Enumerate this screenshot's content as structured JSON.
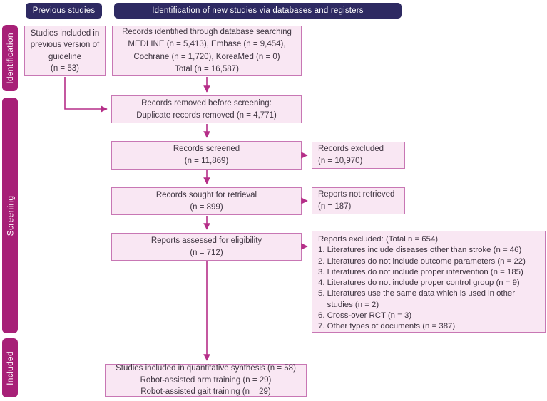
{
  "colors": {
    "header_bg": "#2e2a62",
    "sidebar_bg": "#a72077",
    "box_fill": "#f9e7f3",
    "box_border": "#c877b4",
    "arrow": "#b52e88",
    "text": "#3e3440"
  },
  "headers": {
    "previous_studies": "Previous studies",
    "new_studies": "Identification of new studies via databases and registers"
  },
  "sidebar": {
    "identification": "Identification",
    "screening": "Screening",
    "included": "Included"
  },
  "boxes": {
    "previous_guideline": "Studies included in\nprevious version of\nguideline\n(n = 53)",
    "records_identified": "Records identified through database searching\nMEDLINE (n = 5,413), Embase (n = 9,454),\nCochrane (n = 1,720), KoreaMed (n = 0)\nTotal (n = 16,587)",
    "records_removed": "Records removed before screening:\nDuplicate records removed (n = 4,771)",
    "records_screened": "Records screened\n(n = 11,869)",
    "records_excluded": "Records excluded\n(n = 10,970)",
    "records_sought": "Records sought for retrieval\n(n = 899)",
    "reports_not_retrieved": "Reports not retrieved\n(n = 187)",
    "reports_assessed": "Reports assessed for eligibility\n(n = 712)",
    "reports_excluded": "Reports excluded: (Total n = 654)\n1. Literatures include diseases other than stroke (n = 46)\n2. Literatures do not include outcome parameters (n = 22)\n3. Literatures do not include proper intervention (n = 185)\n4. Literatures do not include proper control group (n = 9)\n5. Literatures use the same data which is used in other\n    studies (n = 2)\n6. Cross-over RCT (n = 3)\n7. Other types of documents (n = 387)",
    "studies_included": "Studies included in quantitative synthesis (n = 58)\nRobot-assisted arm training (n = 29)\nRobot-assisted gait training (n = 29)"
  }
}
